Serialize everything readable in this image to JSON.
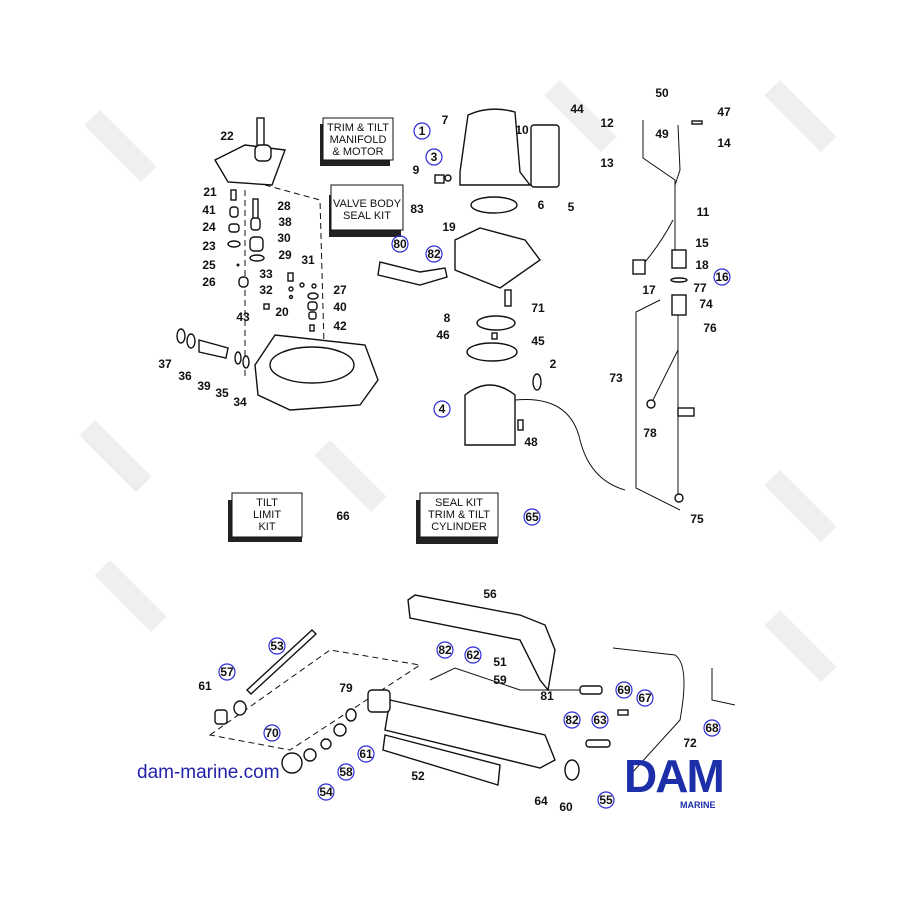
{
  "watermark": "DAM",
  "kits": {
    "manifold_motor": [
      "TRIM & TILT",
      "MANIFOLD",
      "& MOTOR"
    ],
    "valve_body": [
      "VALVE BODY",
      "SEAL KIT"
    ],
    "tilt_limit": [
      "TILT",
      "LIMIT",
      "KIT"
    ],
    "seal_kit": [
      "SEAL KIT",
      "TRIM & TILT",
      "CYLINDER"
    ]
  },
  "callouts": {
    "c22": "22",
    "c1": "1",
    "c7": "7",
    "c44": "44",
    "c10": "10",
    "c3": "3",
    "c9": "9",
    "c5": "5",
    "c6": "6",
    "c83": "83",
    "c19": "19",
    "c80": "80",
    "c82a": "82",
    "c71": "71",
    "c8": "8",
    "c46": "46",
    "c45": "45",
    "c2": "2",
    "c4": "4",
    "c48": "48",
    "c21": "21",
    "c41": "41",
    "c24": "24",
    "c23": "23",
    "c25": "25",
    "c26": "26",
    "c28": "28",
    "c38": "38",
    "c30": "30",
    "c29": "29",
    "c33": "33",
    "c32": "32",
    "c31": "31",
    "c27": "27",
    "c40": "40",
    "c42": "42",
    "c43": "43",
    "c20": "20",
    "c37": "37",
    "c36": "36",
    "c39": "39",
    "c35": "35",
    "c34": "34",
    "c50": "50",
    "c47": "47",
    "c12": "12",
    "c14": "14",
    "c49": "49",
    "c13": "13",
    "c11": "11",
    "c15": "15",
    "c18": "18",
    "c16": "16",
    "c17": "17",
    "c77": "77",
    "c74": "74",
    "c76": "76",
    "c73": "73",
    "c78": "78",
    "c75": "75",
    "c66": "66",
    "c65": "65",
    "c56": "56",
    "c53": "53",
    "c57": "57",
    "c61a": "61",
    "c82b": "82",
    "c62": "62",
    "c51": "51",
    "c59": "59",
    "c81": "81",
    "c79": "79",
    "c69": "69",
    "c67": "67",
    "c70": "70",
    "c82c": "82",
    "c63": "63",
    "c61b": "61",
    "c58": "58",
    "c54": "54",
    "c52": "52",
    "c64": "64",
    "c60": "60",
    "c72": "72",
    "c68": "68",
    "c55": "55"
  },
  "footer": {
    "website": "dam-marine.com",
    "logo_main": "DAM",
    "logo_sub": "MARINE"
  },
  "colors": {
    "callout_circle": "#2b2bd6",
    "logo": "#1c2fa8"
  }
}
